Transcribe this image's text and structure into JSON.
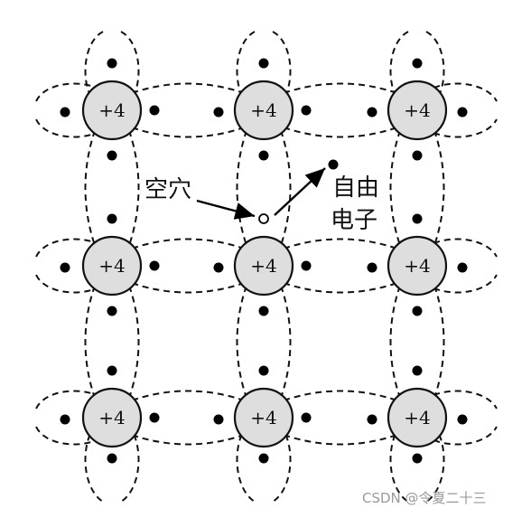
{
  "atom": {
    "charge": "+4"
  },
  "labels": {
    "hole": "空穴",
    "free_electron_line1": "自由",
    "free_electron_line2": "电子"
  },
  "watermark": "CSDN @令夏二十三"
}
